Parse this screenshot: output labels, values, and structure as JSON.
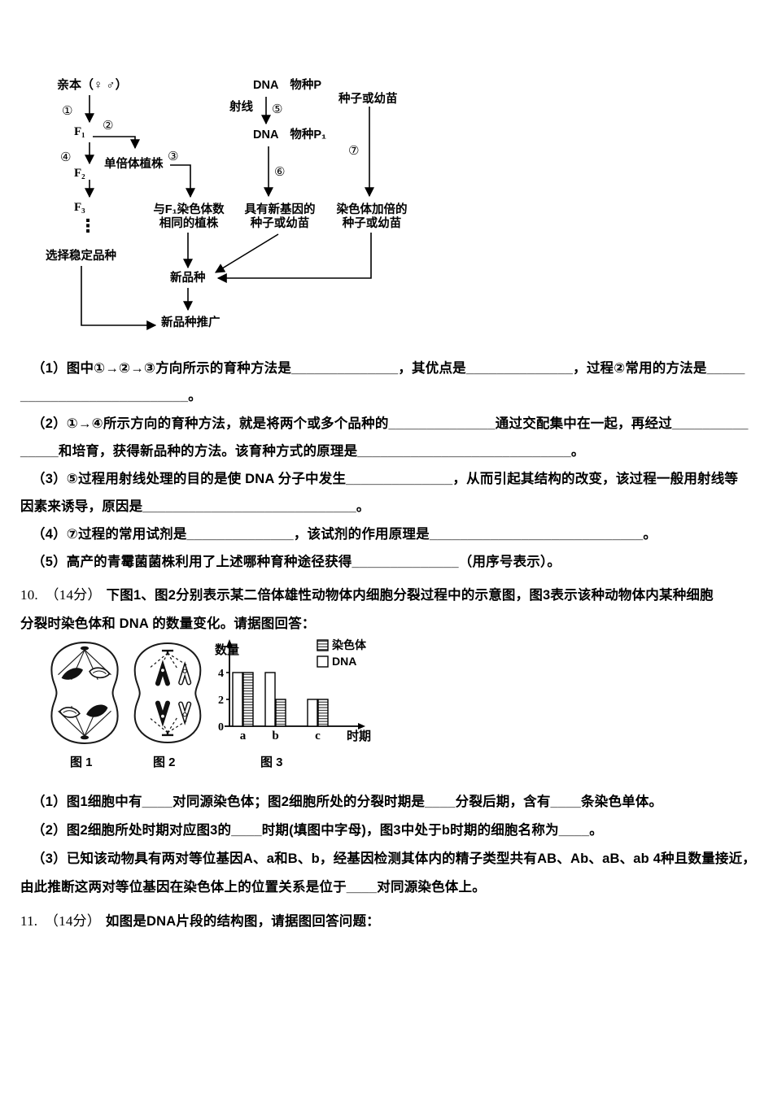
{
  "flowchart": {
    "nodes": {
      "parent": "亲本（♀ ♂）",
      "f1": "F₁",
      "f2": "F₂",
      "f3": "F₃",
      "dots": "⋮",
      "select_stable": "选择稳定品种",
      "haploid": "单倍体植株",
      "same_chrom_line1": "与F₁染色体数",
      "same_chrom_line2": "相同的植株",
      "dna_p": "DNA　物种P",
      "ray": "射线",
      "dna_p1": "DNA　物种P₁",
      "new_gene_line1": "具有新基因的",
      "new_gene_line2": "种子或幼苗",
      "seed": "种子或幼苗",
      "doubled_line1": "染色体加倍的",
      "doubled_line2": "种子或幼苗",
      "new_variety": "新品种",
      "promotion": "新品种推广"
    },
    "steps": {
      "s1": "①",
      "s2": "②",
      "s3": "③",
      "s4": "④",
      "s5": "⑤",
      "s6": "⑥",
      "s7": "⑦"
    }
  },
  "q9": {
    "lines": [
      "（1）图中①→②→③方向所示的育种方法是______________，其优点是______________，过程②常用的方法是_____",
      "______________________。",
      "（2）①→④所示方向的育种方法，就是将两个或多个品种的______________通过交配集中在一起，再经过__________",
      "_____和培育，获得新品种的方法。该育种方式的原理是____________________________。",
      "（3）⑤过程用射线处理的目的是使 DNA 分子中发生______________，从而引起其结构的改变，该过程一般用射线等",
      "因素来诱导，原因是____________________________。",
      "（4）⑦过程的常用试剂是______________，该试剂的作用原理是____________________________。",
      "（5）高产的青霉菌菌株利用了上述哪种育种途径获得______________（用序号表示）。"
    ]
  },
  "q10": {
    "number": "10.　（14分）",
    "intro_bold": "下图1、图2分别表示某二倍体雄性动物体内细胞分裂过程中的示意图，图3表示该种动物体内某种细胞",
    "intro_line2": "分裂时染色体和 DNA 的数量变化。请据图回答：",
    "fig1_label": "图 1",
    "fig2_label": "图 2",
    "fig3_label": "图 3",
    "sub_lines": [
      "（1）图1细胞中有____对同源染色体；图2细胞所处的分裂时期是____分裂后期，含有____条染色单体。",
      "（2）图2细胞所处时期对应图3的____时期(填图中字母)，图3中处于b时期的细胞名称为____。",
      "（3）已知该动物具有两对等位基因A、a和B、b，经基因检测其体内的精子类型共有AB、Ab、aB、ab 4种且数量接近，",
      "由此推断这两对等位基因在染色体上的位置关系是位于____对同源染色体上。"
    ]
  },
  "q11": {
    "number": "11.　（14分）",
    "intro_bold": "如图是DNA片段的结构图，请据图回答问题："
  },
  "chart_data": {
    "type": "bar",
    "title": "",
    "categories": [
      "a",
      "b",
      "c"
    ],
    "series": [
      {
        "name": "DNA",
        "fill": "white",
        "values": [
          4,
          4,
          2
        ]
      },
      {
        "name": "染色体",
        "fill": "hatch",
        "values": [
          4,
          2,
          2
        ]
      }
    ],
    "legend": [
      {
        "label": "染色体",
        "fill": "hatch"
      },
      {
        "label": "DNA",
        "fill": "white"
      }
    ],
    "ylabel": "数量",
    "xlabel": "时期",
    "yticks": [
      0,
      2,
      4
    ],
    "ylim": [
      0,
      5
    ],
    "grid": false,
    "legend_position": "top-right"
  }
}
